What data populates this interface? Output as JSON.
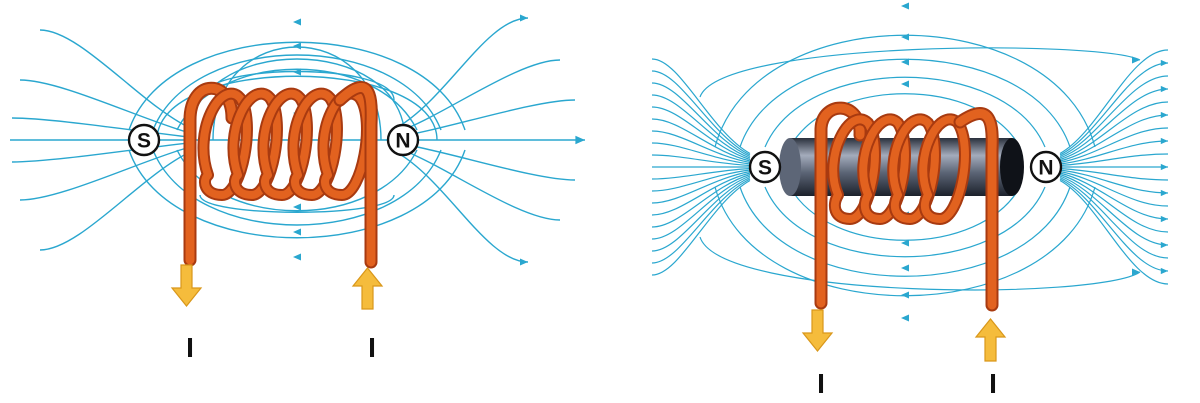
{
  "colors": {
    "field_line": "#2aa7cf",
    "wire": "#e2621f",
    "wire_dark": "#a83a10",
    "wire_light": "#f39a66",
    "current_arrow": "#f5bc3c",
    "current_arrow_edge": "#d9971a",
    "core": "#4b5466",
    "core_light": "#9aa3b4",
    "core_dark": "#12161e"
  },
  "figures": [
    {
      "id": "air-core",
      "south_label": "S",
      "north_label": "N",
      "current_left": "I",
      "current_right": "I"
    },
    {
      "id": "iron-core",
      "south_label": "S",
      "north_label": "N",
      "current_left": "I",
      "current_right": "I"
    }
  ]
}
